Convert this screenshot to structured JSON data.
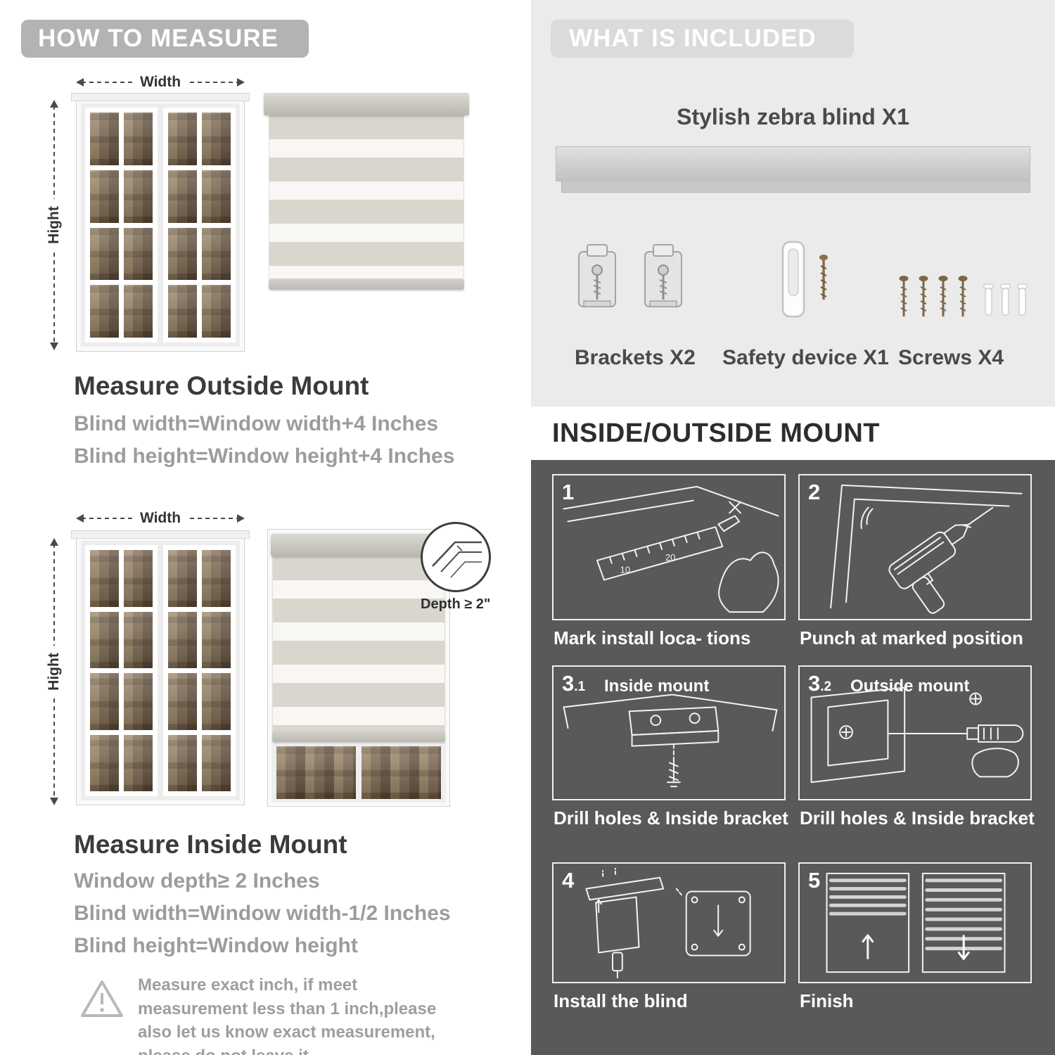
{
  "left": {
    "header": "HOW TO MEASURE",
    "outside": {
      "width_label": "Width",
      "height_label": "Hight",
      "title": "Measure Outside Mount",
      "line1": "Blind width=Window width+4 Inches",
      "line2": "Blind height=Window height+4 Inches"
    },
    "inside": {
      "width_label": "Width",
      "height_label": "Hight",
      "depth_label": "Depth ≥ 2\"",
      "title": "Measure Inside Mount",
      "line1": "Window depth≥ 2 Inches",
      "line2": "Blind width=Window width-1/2 Inches",
      "line3": "Blind height=Window height"
    },
    "warning_text": "Measure exact inch, if meet measurement less than 1 inch,please also let us know exact measurement, please do not leave it"
  },
  "right": {
    "included": {
      "header": "WHAT IS INCLUDED",
      "blind_label": "Stylish zebra blind X1",
      "items": [
        {
          "label": "Brackets X2",
          "icon": "bracket-icon"
        },
        {
          "label": "Safety device X1",
          "icon": "safety-device-icon"
        },
        {
          "label": "Screws X4",
          "icon": "screws-icon"
        }
      ]
    },
    "mount": {
      "header": "INSIDE/OUTSIDE MOUNT",
      "steps": [
        {
          "num": "1",
          "caption": "Mark install loca- tions",
          "ruler_marks": [
            "10",
            "20"
          ]
        },
        {
          "num": "2",
          "caption": "Punch at  marked position"
        },
        {
          "num": "3",
          "num_sub": ".1",
          "title": "Inside mount",
          "caption": "Drill holes &  Inside bracket"
        },
        {
          "num": "3",
          "num_sub": ".2",
          "title": "Outside mount",
          "caption": "Drill holes &  Inside bracket"
        },
        {
          "num": "4",
          "caption": "Install the blind"
        },
        {
          "num": "5",
          "caption": "Finish"
        }
      ]
    }
  },
  "colors": {
    "header_badge_gray": "#b3b3b3",
    "light_panel_gray": "#ebebeb",
    "dark_panel_gray": "#595959",
    "text_gray": "#9c9c9c"
  }
}
